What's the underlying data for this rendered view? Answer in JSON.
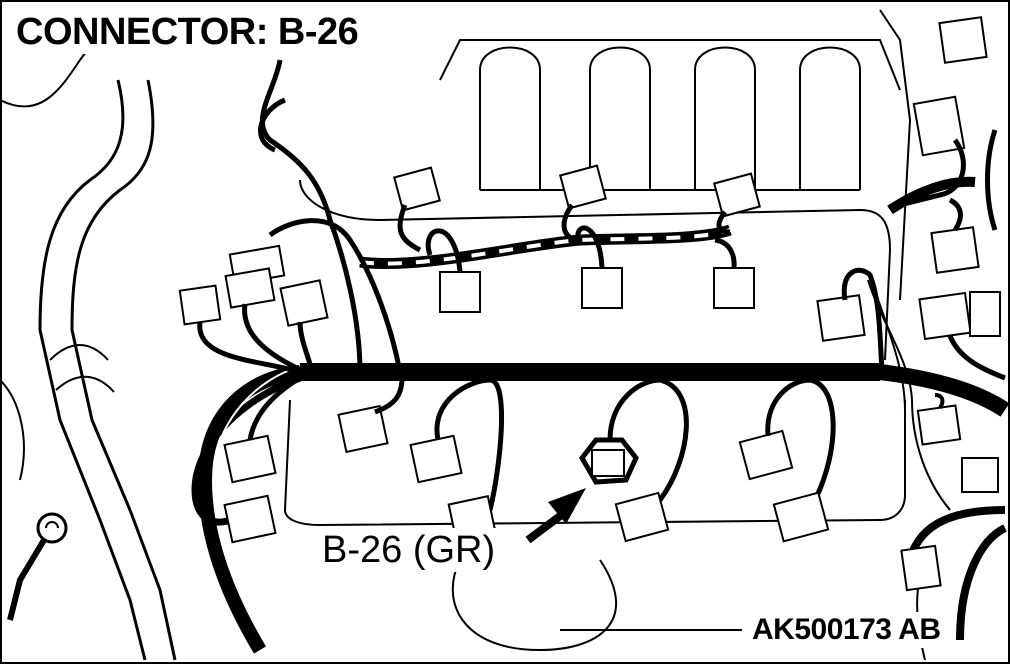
{
  "title": "CONNECTOR: B-26",
  "callout_label": "B-26 (GR)",
  "reference_code": "AK500173 AB",
  "colors": {
    "ink": "#000000",
    "paper": "#ffffff"
  }
}
